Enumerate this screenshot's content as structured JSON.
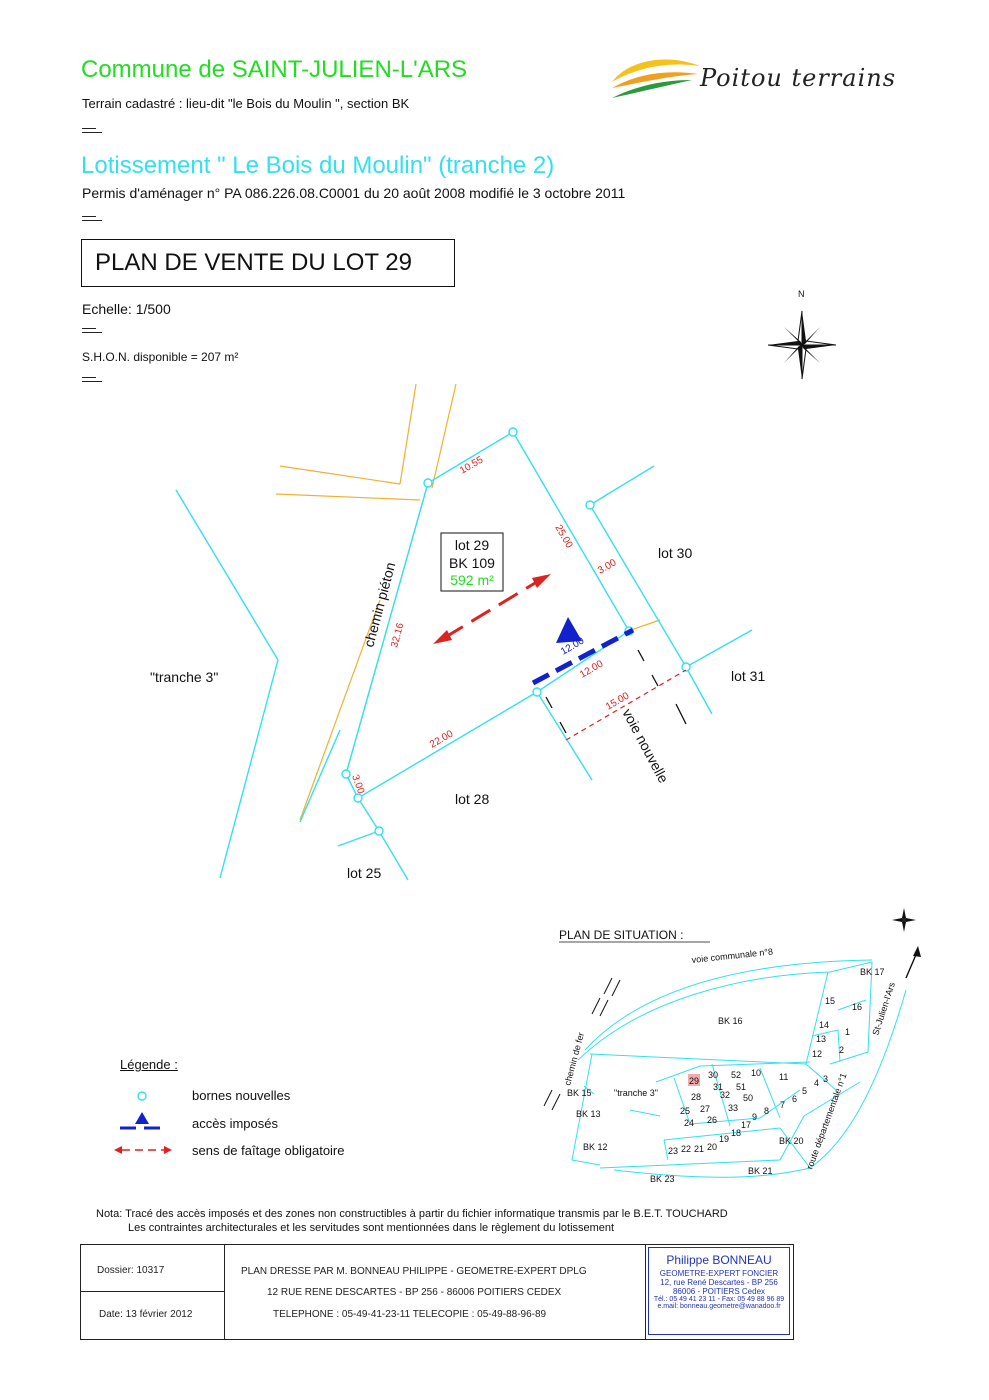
{
  "header": {
    "commune": "Commune de SAINT-JULIEN-L'ARS",
    "terrain": "Terrain cadastré : lieu-dit \"le Bois du Moulin \", section BK",
    "lotissement": "Lotissement \" Le Bois du Moulin\"  (tranche 2)",
    "permis": "Permis d'aménager n° PA 086.226.08.C0001 du 20 août 2008 modifié le 3 octobre 2011",
    "logo_text": "Poitou terrains",
    "plan_title": "PLAN DE VENTE DU LOT 29",
    "echelle": "Echelle: 1/500",
    "shon": "S.H.O.N. disponible = 207 m²"
  },
  "map": {
    "north": "N",
    "lot_number": "lot 29",
    "parcel": "BK 109",
    "area": "592 m²",
    "chemin": "chemin piéton",
    "voie": "voie nouvelle",
    "labels": {
      "lot30": "lot 30",
      "lot31": "lot 31",
      "lot28": "lot 28",
      "lot25": "lot 25",
      "tranche3": "\"tranche 3\""
    },
    "dims": {
      "d1055": "10.55",
      "d2500": "25.00",
      "d300a": "3.00",
      "d3216": "32.16",
      "d1200a": "12.00",
      "d1200b": "12.00",
      "d1500": "15.00",
      "d2200": "22.00",
      "d300b": "3.00"
    },
    "colors": {
      "parcel": "#33e0ee",
      "dimension": "#dd2222",
      "access": "#1122cc",
      "path": "#f0b030"
    }
  },
  "situation": {
    "title": "PLAN DE SITUATION :",
    "voie_communale": "voie communale n°8",
    "st_julien": "St-Julien-l'Ars",
    "route": "route départementale n°1",
    "chemin": "chemin de fer",
    "tranche3": "\"tranche 3\"",
    "bk": [
      "BK 17",
      "BK 16",
      "BK 15",
      "BK 13",
      "BK 12",
      "BK 23",
      "BK 21",
      "BK 20"
    ],
    "lots": [
      "15",
      "16",
      "14",
      "1",
      "13",
      "2",
      "12",
      "11",
      "10",
      "52",
      "30",
      "29",
      "31",
      "51",
      "28",
      "32",
      "50",
      "4",
      "3",
      "5",
      "6",
      "7",
      "9",
      "8",
      "25",
      "27",
      "33",
      "24",
      "26",
      "17",
      "18",
      "19",
      "20",
      "21",
      "22",
      "23"
    ]
  },
  "legend": {
    "title": "Légende :",
    "bornes": "bornes nouvelles",
    "acces": "accès imposés",
    "faitage": "sens de faîtage obligatoire"
  },
  "note": {
    "line1": "Nota: Tracé des accès imposés et des zones non constructibles à partir du fichier informatique transmis par le B.E.T. TOUCHARD",
    "line2": "Les contraintes architecturales et les servitudes sont mentionnées dans le règlement du lotissement"
  },
  "footer": {
    "dossier": "Dossier: 10317",
    "date": "Date: 13 février 2012",
    "line1": "PLAN DRESSE PAR M. BONNEAU PHILIPPE - GEOMETRE-EXPERT DPLG",
    "line2": "12 RUE RENE DESCARTES - BP 256 - 86006 POITIERS CEDEX",
    "line3": "TELEPHONE : 05-49-41-23-11  TELECOPIE : 05-49-88-96-89",
    "stamp_name": "Philippe BONNEAU",
    "stamp_title": "GEOMETRE-EXPERT FONCIER",
    "stamp_addr1": "12, rue René Descartes - BP 256",
    "stamp_addr2": "86006 -  POITIERS Cedex",
    "stamp_tel": "Tél.: 05 49 41 23 11 - Fax: 05 49 88 96 89",
    "stamp_mail": "e.mail: bonneau.geometre@wanadoo.fr"
  }
}
